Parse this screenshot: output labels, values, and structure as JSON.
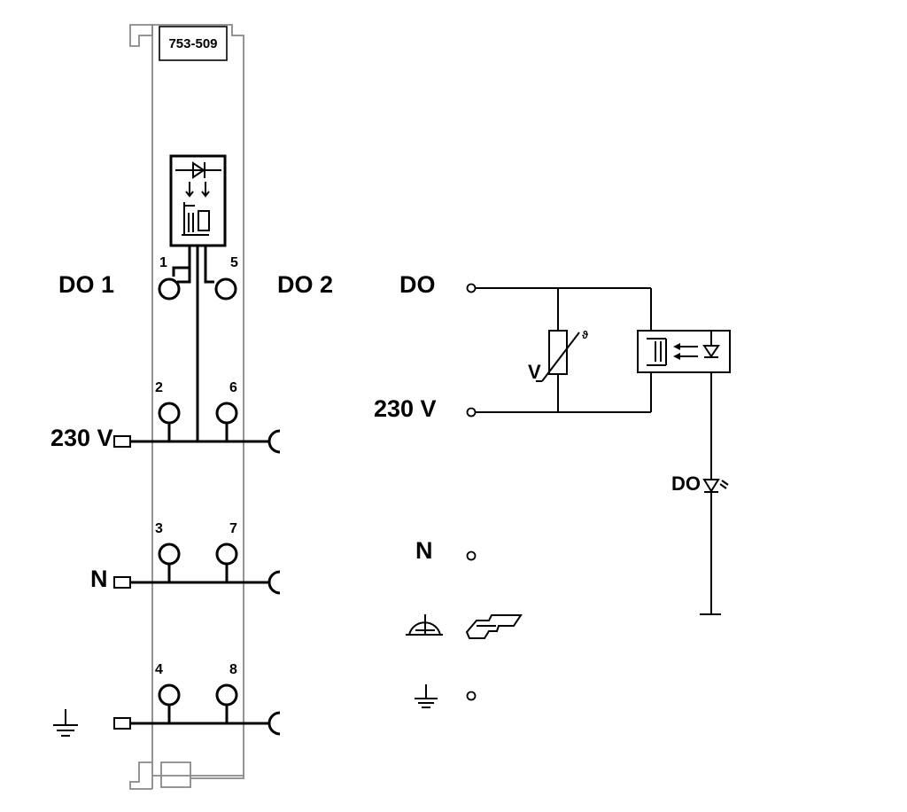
{
  "module": {
    "model_label": "753-509"
  },
  "left_labels": {
    "do1": "DO 1",
    "do2": "DO 2",
    "supply": "230 V",
    "neutral": "N"
  },
  "pins": [
    "1",
    "5",
    "2",
    "6",
    "3",
    "7",
    "4",
    "8"
  ],
  "schematic": {
    "do": "DO",
    "supply": "230 V",
    "var": "V",
    "led": "DO",
    "neutral": "N"
  },
  "colors": {
    "housing": "#888888",
    "lines": "#000000",
    "background": "#ffffff"
  }
}
